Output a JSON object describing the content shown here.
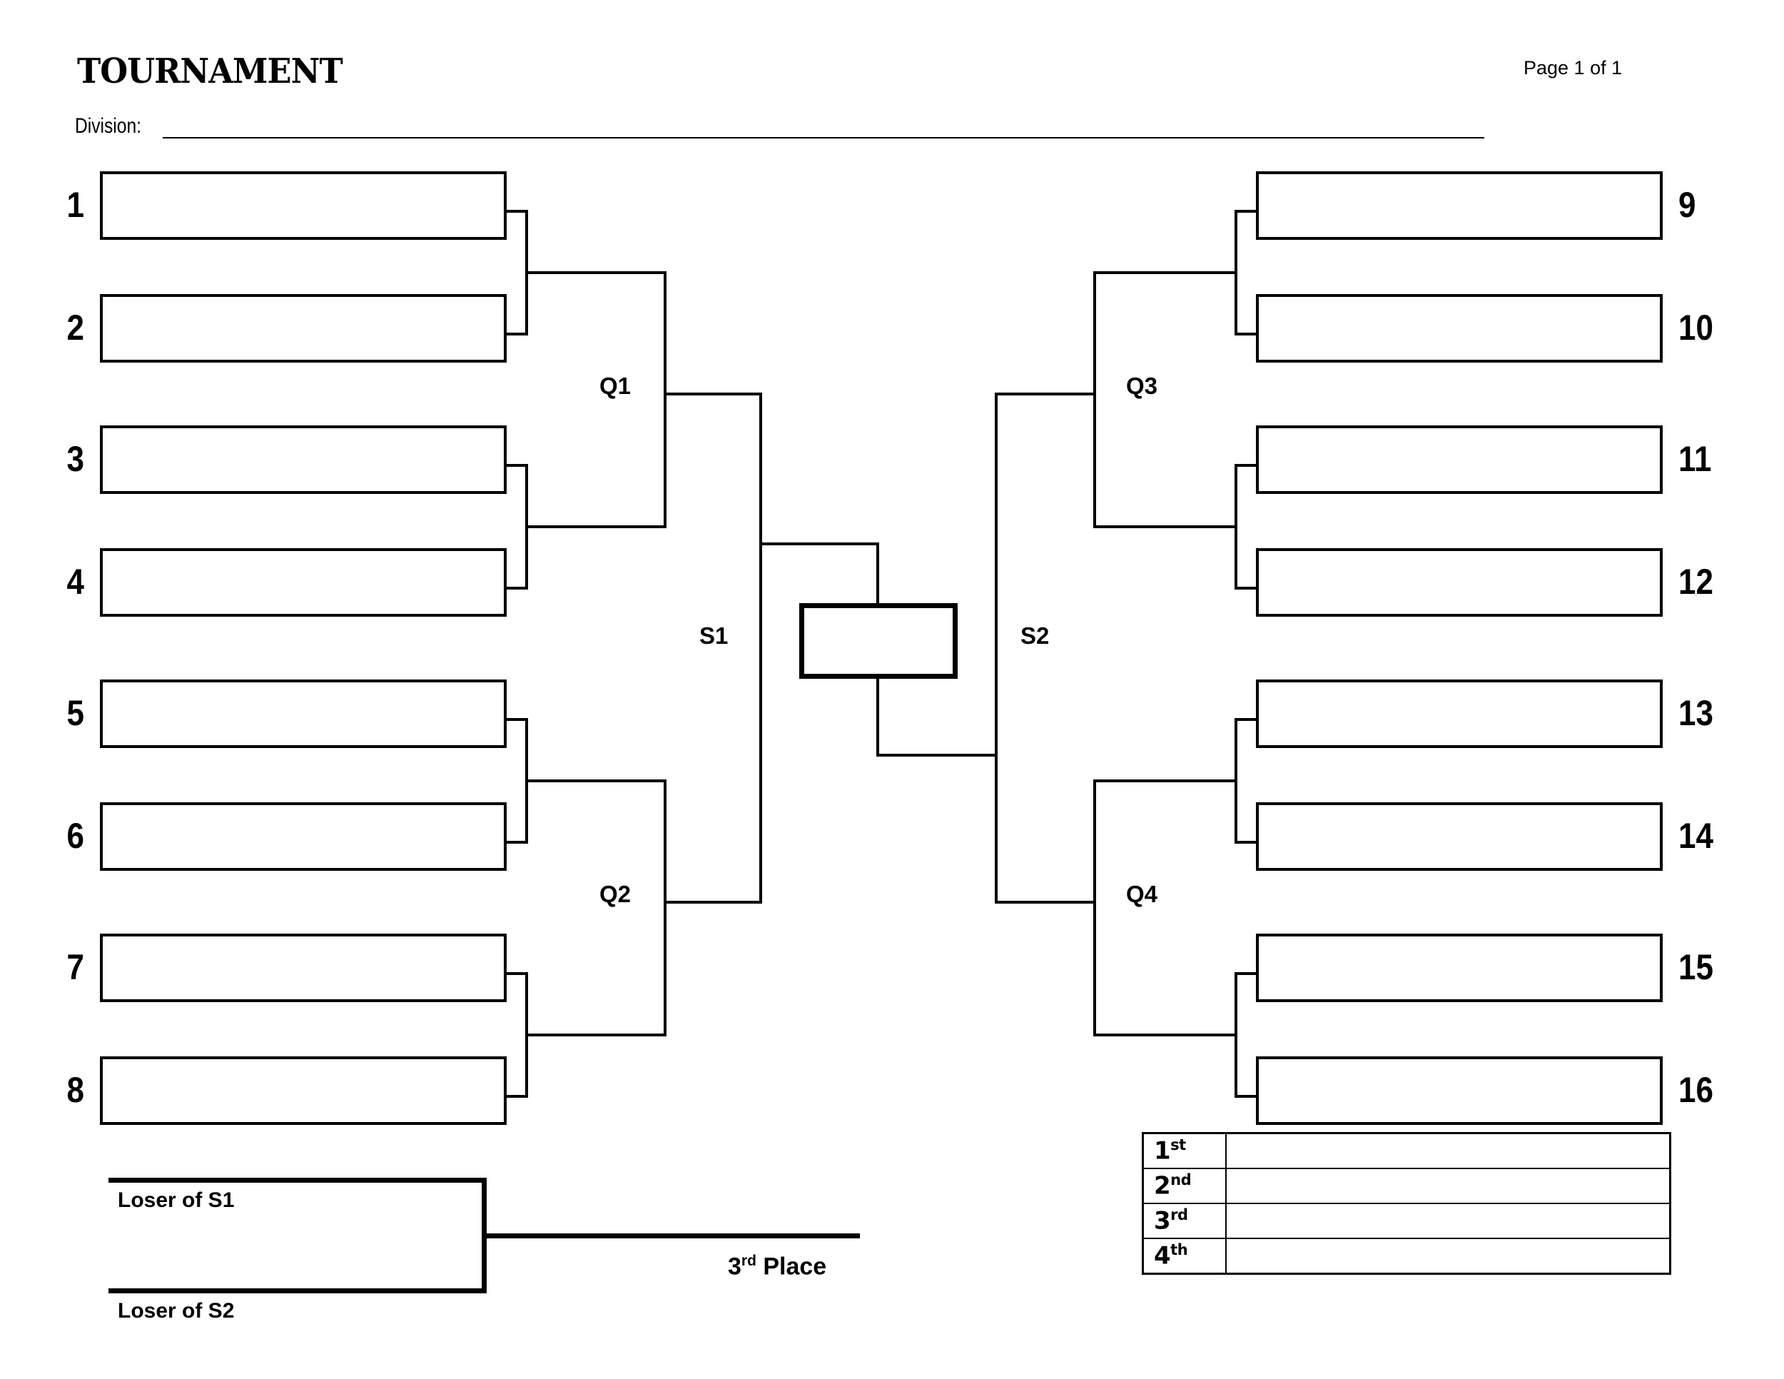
{
  "header": {
    "title": "TOURNAMENT",
    "page": "Page 1 of 1",
    "division_label": "Division:"
  },
  "bracket": {
    "left_seeds": [
      "1",
      "2",
      "3",
      "4",
      "5",
      "6",
      "7",
      "8"
    ],
    "right_seeds": [
      "9",
      "10",
      "11",
      "12",
      "13",
      "14",
      "15",
      "16"
    ],
    "round_labels": {
      "q1": "Q1",
      "q2": "Q2",
      "q3": "Q3",
      "q4": "Q4",
      "s1": "S1",
      "s2": "S2"
    },
    "champion_slot": ""
  },
  "consolation": {
    "loser_s1": "Loser of S1",
    "loser_s2": "Loser of S2",
    "third_place_num": "3",
    "third_place_sup": "rd",
    "third_place_text": " Place"
  },
  "placements": {
    "rows": [
      {
        "num": "1",
        "sup": "st",
        "value": ""
      },
      {
        "num": "2",
        "sup": "nd",
        "value": ""
      },
      {
        "num": "3",
        "sup": "rd",
        "value": ""
      },
      {
        "num": "4",
        "sup": "th",
        "value": ""
      }
    ]
  },
  "colors": {
    "ink": "#000000",
    "paper": "#ffffff"
  }
}
